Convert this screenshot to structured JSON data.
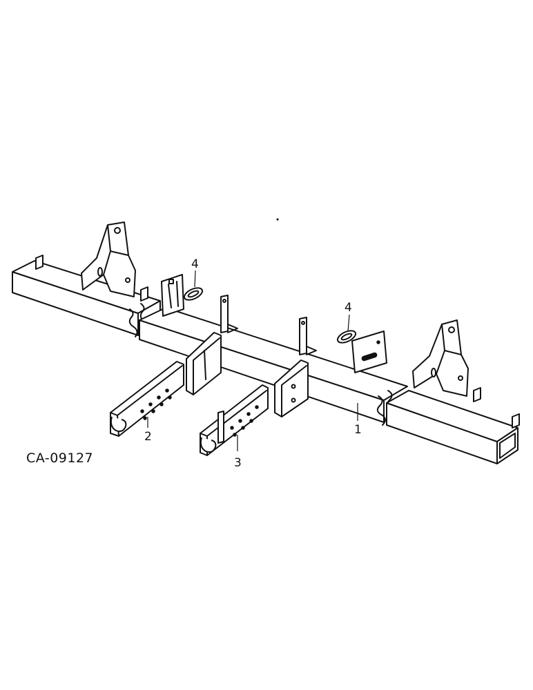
{
  "drawing_code": "CA-09127",
  "callouts": [
    {
      "id": "callout-1",
      "text": "1"
    },
    {
      "id": "callout-2",
      "text": "2"
    },
    {
      "id": "callout-3",
      "text": "3"
    },
    {
      "id": "callout-4-left",
      "text": "4"
    },
    {
      "id": "callout-4-right",
      "text": "4"
    }
  ]
}
